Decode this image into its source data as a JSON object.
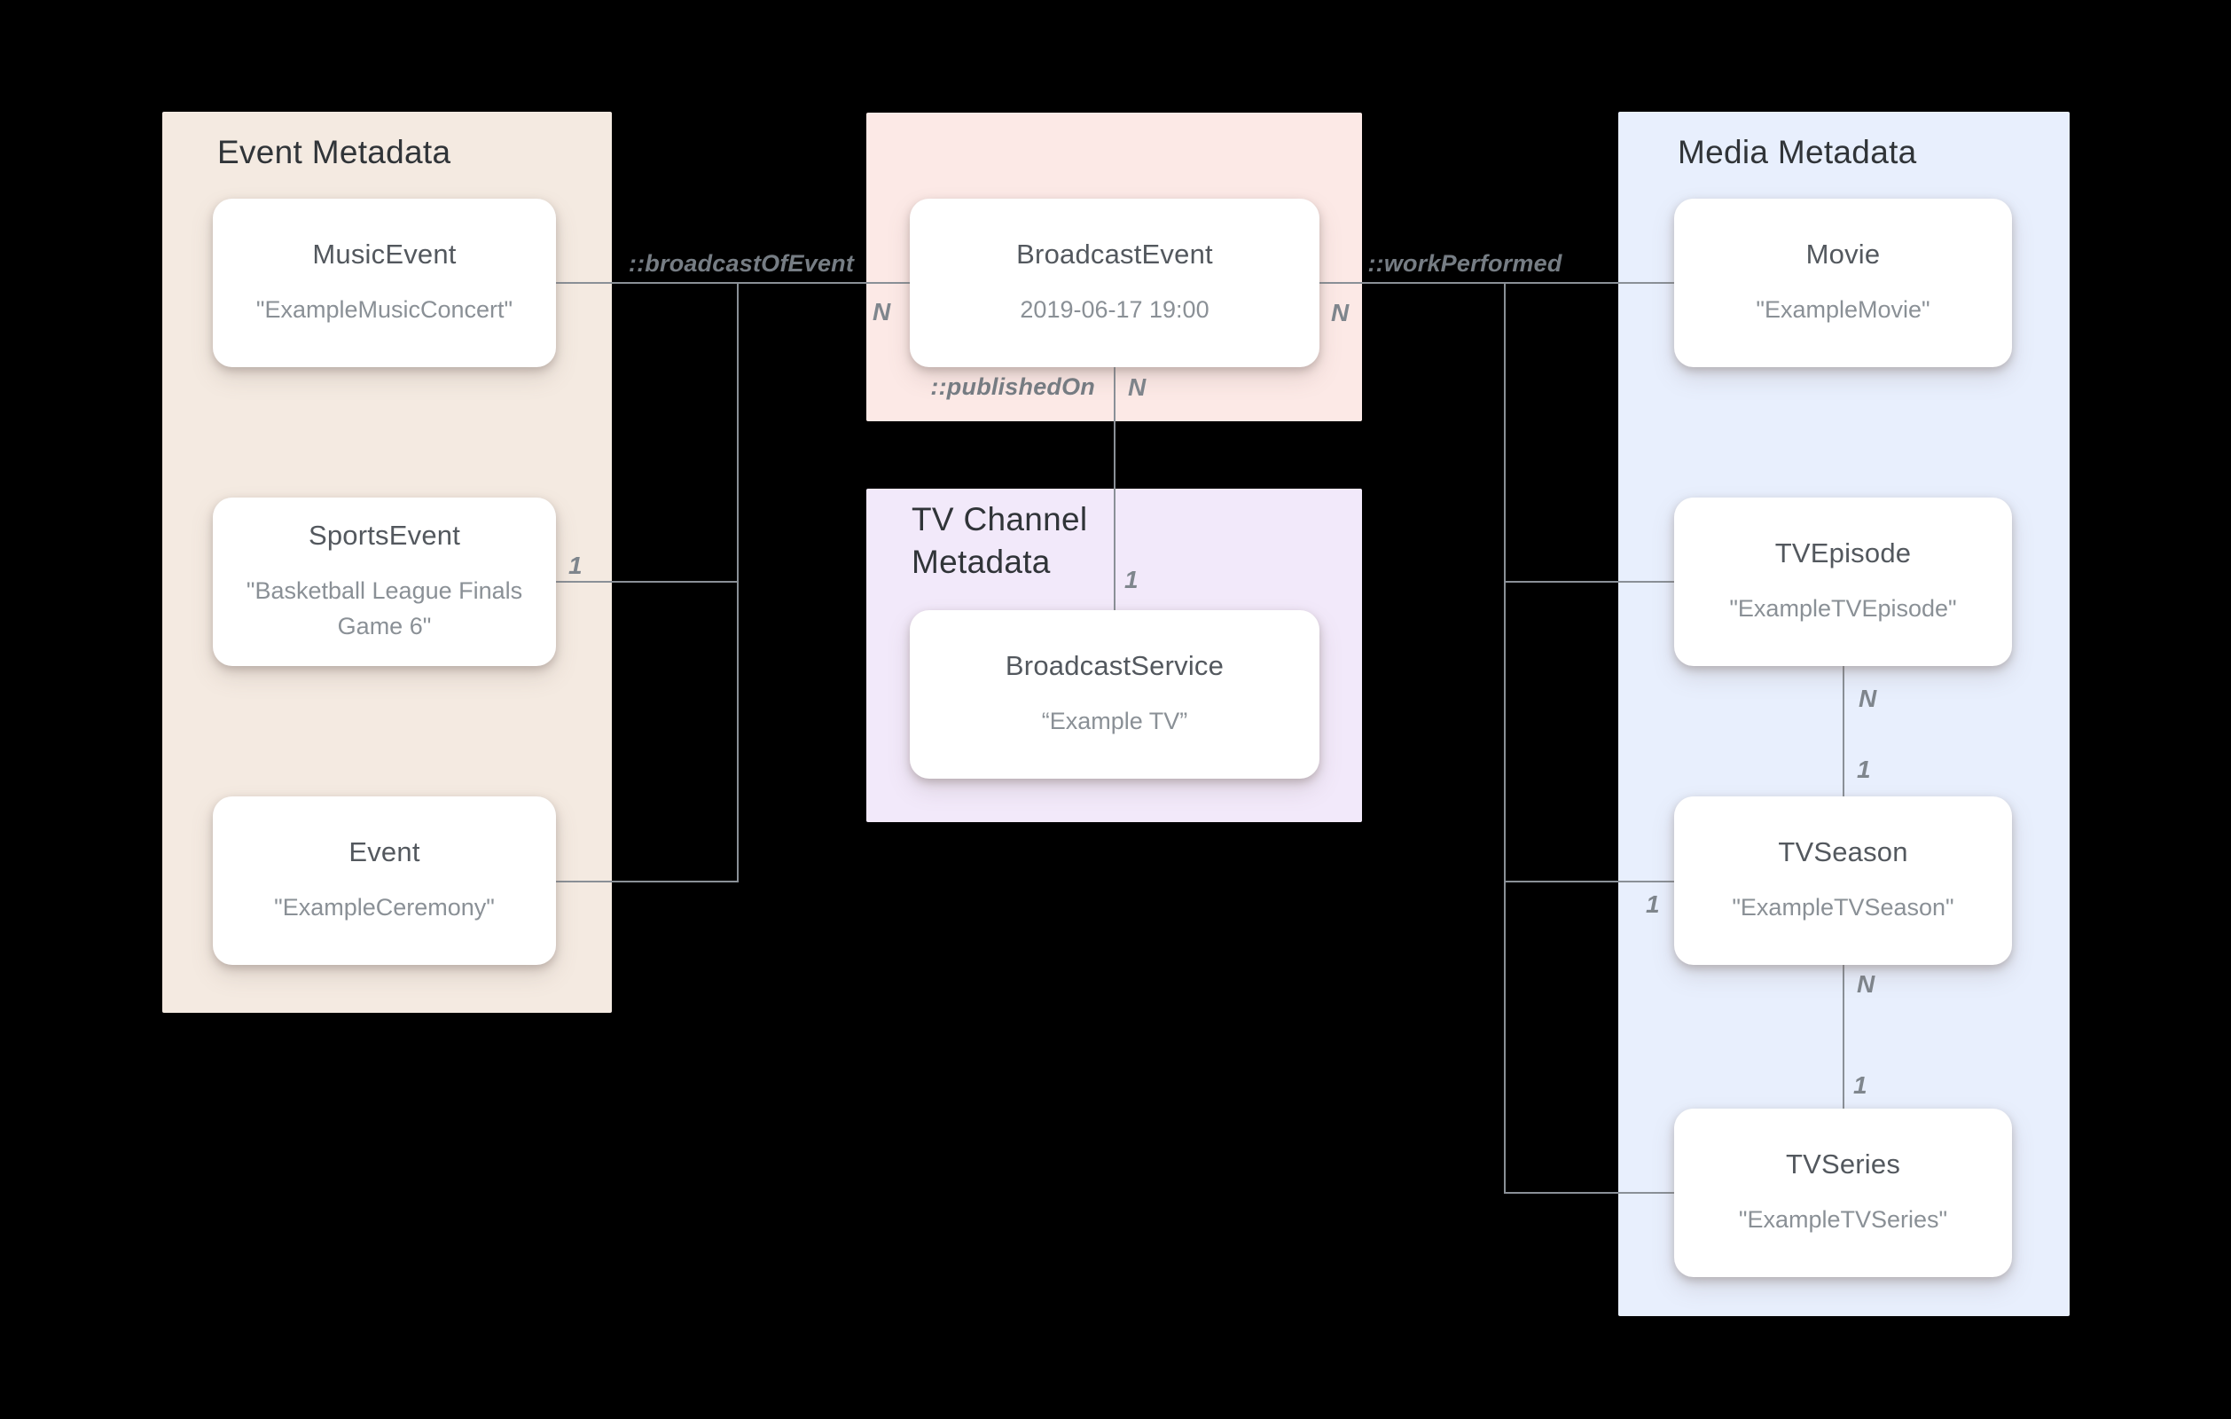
{
  "diagram": {
    "background": "#000000",
    "panels": {
      "event": {
        "title": "Event Metadata",
        "color": "#F4EAE1"
      },
      "broadcast": {
        "color": "#FCE9E6"
      },
      "tv_channel": {
        "title": "TV Channel Metadata",
        "color": "#F2E9FA"
      },
      "media": {
        "title": "Media Metadata",
        "color": "#E8EFFD"
      }
    },
    "nodes": {
      "music_event": {
        "title": "MusicEvent",
        "subtitle": "\"ExampleMusicConcert\""
      },
      "sports_event": {
        "title": "SportsEvent",
        "subtitle": "\"Basketball League Finals Game 6\""
      },
      "event": {
        "title": "Event",
        "subtitle": "\"ExampleCeremony\""
      },
      "broadcast_event": {
        "title": "BroadcastEvent",
        "subtitle": "2019-06-17 19:00"
      },
      "broadcast_service": {
        "title": "BroadcastService",
        "subtitle": "“Example TV”"
      },
      "movie": {
        "title": "Movie",
        "subtitle": "\"ExampleMovie\""
      },
      "tv_episode": {
        "title": "TVEpisode",
        "subtitle": "\"ExampleTVEpisode\""
      },
      "tv_season": {
        "title": "TVSeason",
        "subtitle": "\"ExampleTVSeason\""
      },
      "tv_series": {
        "title": "TVSeries",
        "subtitle": "\"ExampleTVSeries\""
      }
    },
    "edges": {
      "broadcast_of_event": {
        "label": "::broadcastOfEvent",
        "event_side_card": "N",
        "sports_side_card": "1"
      },
      "work_performed": {
        "label": "::workPerformed",
        "broadcast_side_card": "N",
        "season_side_card": "1"
      },
      "published_on": {
        "label": "::publishedOn",
        "event_side_card": "N",
        "service_side_card": "1"
      },
      "episode_season": {
        "episode_side_card": "N",
        "season_side_card": "1"
      },
      "season_series": {
        "season_side_card": "N",
        "series_side_card": "1"
      }
    }
  }
}
